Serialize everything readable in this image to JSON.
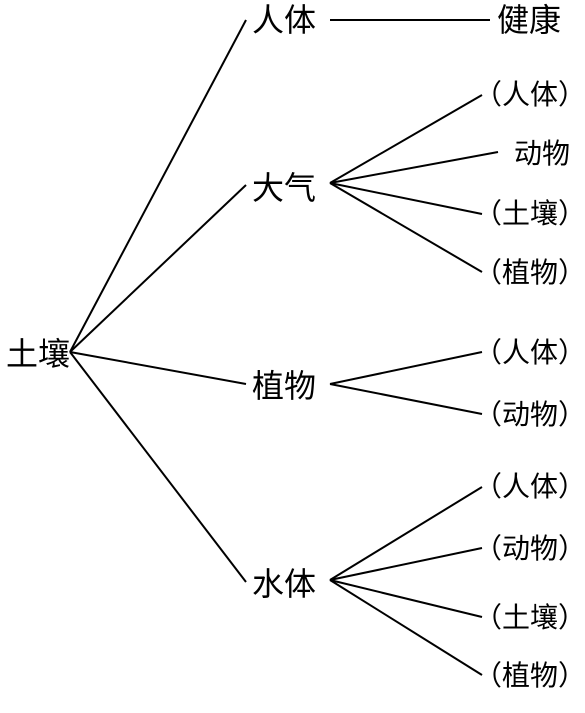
{
  "root": {
    "label": "土壤"
  },
  "branches": [
    {
      "label": "人体",
      "children": [
        "健康"
      ]
    },
    {
      "label": "大气",
      "children": [
        "（人体）",
        "动物",
        "（土壤）",
        "（植物）"
      ]
    },
    {
      "label": "植物",
      "children": [
        "（人体）",
        "（动物）"
      ]
    },
    {
      "label": "水体",
      "children": [
        "（人体）",
        "（动物）",
        "（土壤）",
        "（植物）"
      ]
    }
  ]
}
